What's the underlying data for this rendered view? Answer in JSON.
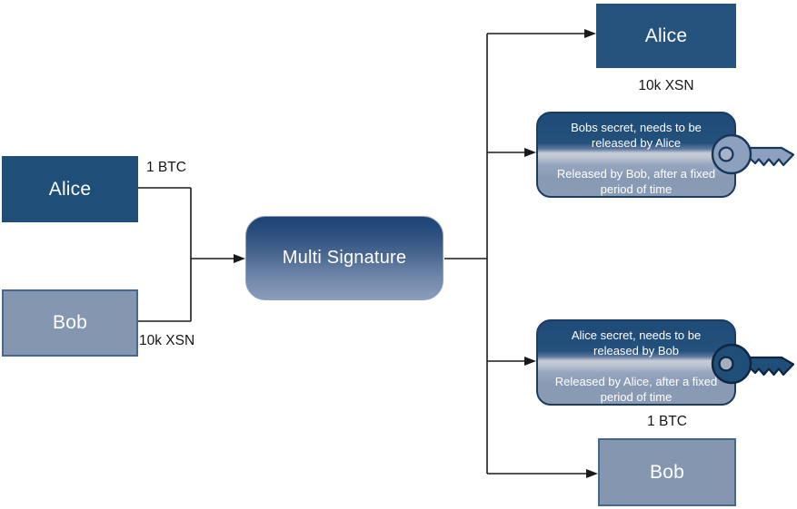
{
  "nodes": {
    "left_alice": "Alice",
    "left_bob": "Bob",
    "multisig": "Multi Signature",
    "right_alice": "Alice",
    "right_bob": "Bob"
  },
  "edge_labels": {
    "left_alice_amount": "1 BTC",
    "left_bob_amount": "10k XSN",
    "right_alice_amount": "10k XSN",
    "right_bob_amount": "1 BTC"
  },
  "secrets": {
    "bobs": {
      "top": "Bobs secret, needs to be released by Alice",
      "bottom": "Released by Bob, after a fixed period of time"
    },
    "alices": {
      "top": "Alice secret, needs to be released by Bob",
      "bottom": "Released by Alice, after a fixed period of time"
    }
  },
  "icons": {
    "key_light": "key-icon",
    "key_dark": "key-icon"
  },
  "colors": {
    "dark_blue": "#1F4E79",
    "light_blue": "#8496B0",
    "gradient_band_light": "#C6CCD7",
    "key_light_fill": "#8DA0BE",
    "key_dark_fill": "#1F4E79",
    "line": "#1A1A1A"
  }
}
